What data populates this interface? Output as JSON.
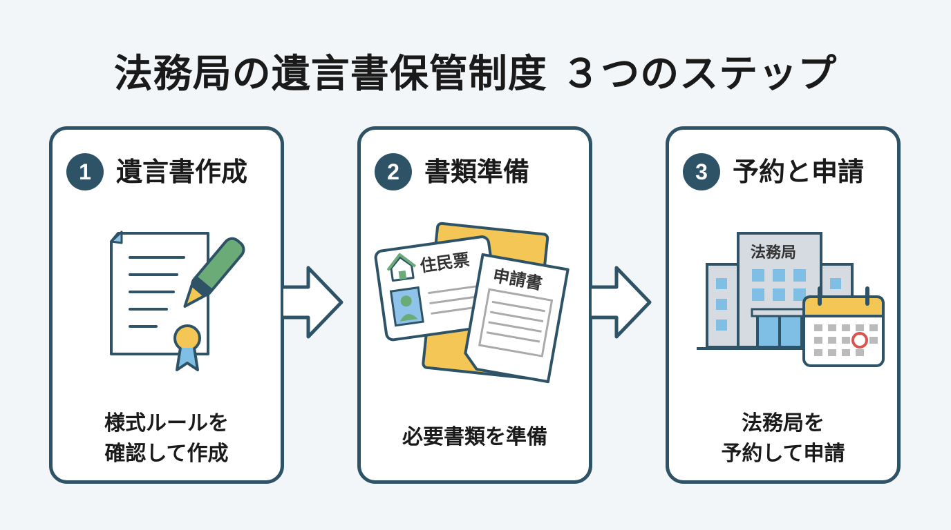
{
  "title": "法務局の遺言書保管制度 ３つのステップ",
  "steps": [
    {
      "number": "1",
      "title": "遺言書作成",
      "desc_lines": [
        "様式ルールを",
        "確認して作成"
      ],
      "icon": "will-document-pen-icon"
    },
    {
      "number": "2",
      "title": "書類準備",
      "desc_lines": [
        "必要書類を準備"
      ],
      "icon": "documents-icon",
      "doc_labels": {
        "residence": "住民票",
        "application": "申請書"
      }
    },
    {
      "number": "3",
      "title": "予約と申請",
      "desc_lines": [
        "法務局を",
        "予約して申請"
      ],
      "icon": "building-calendar-icon",
      "building_label": "法務局"
    }
  ],
  "colors": {
    "frame": "#2e5266",
    "arrow_fill": "#ffffff",
    "accent_yellow": "#f3c655",
    "accent_green": "#6aab78",
    "accent_blue": "#7fbfe6",
    "calendar_mark": "#d9534f"
  }
}
